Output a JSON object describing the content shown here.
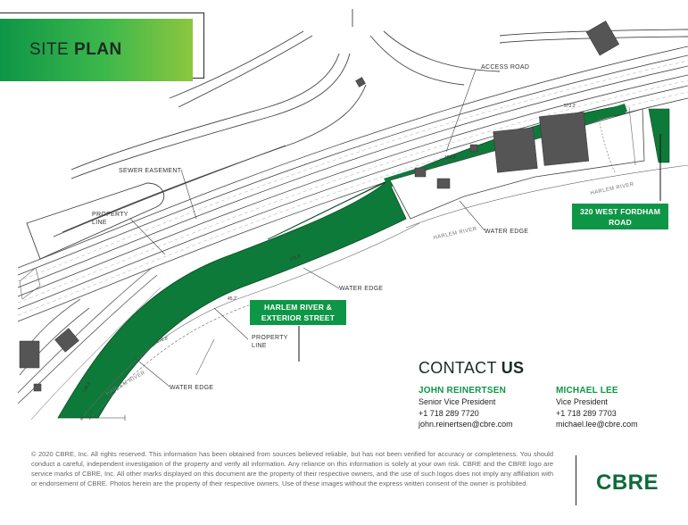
{
  "title": {
    "light": "SITE",
    "bold": "PLAN"
  },
  "map": {
    "labels": {
      "access_road": "ACCESS ROAD",
      "sewer_easement": "SEWER EASEMENT",
      "property_line_1": "PROPERTY",
      "property_line_1b": "LINE",
      "property_line_2": "PROPERTY",
      "property_line_2b": "LINE",
      "water_edge_1": "WATER EDGE",
      "water_edge_2": "WATER EDGE",
      "water_edge_3": "WATER EDGE",
      "harlem_river_1": "HARLEM RIVER",
      "harlem_river_2": "HARLEM RIVER",
      "harlem_river_3": "HARLEM RIVER"
    }
  },
  "callouts": {
    "harlem": {
      "line1": "HARLEM RIVER &",
      "line2": "EXTERIOR STREET"
    },
    "fordham": {
      "line1": "320 WEST FORDHAM",
      "line2": "ROAD"
    }
  },
  "contact": {
    "title_light": "CONTACT",
    "title_bold": "US",
    "people": [
      {
        "name": "JOHN REINERTSEN",
        "role": "Senior Vice President",
        "phone": "+1 718 289 7720",
        "email": "john.reinertsen@cbre.com"
      },
      {
        "name": "MICHAEL LEE",
        "role": "Vice President",
        "phone": "+1 718 289 7703",
        "email": "michael.lee@cbre.com"
      }
    ]
  },
  "footer": {
    "disclaimer": "© 2020 CBRE, Inc. All rights reserved. This information has been obtained from sources believed reliable, but has not been verified for accuracy or completeness. You should conduct a careful, independent investigation of the property and verify all information. Any reliance on this information is solely at your own risk. CBRE and the CBRE logo are service marks of CBRE, Inc. All other marks displayed on this document are the property of their respective owners, and the use of such logos does not imply any affiliation with or endorsement of CBRE. Photos herein are the property of their respective owners. Use of these images without the express written consent of the owner is prohibited.",
    "logo": "CBRE"
  },
  "colors": {
    "brand_green": "#0e9647",
    "dark_green": "#0e6b3c",
    "title_gradient_end": "#8cc63f"
  }
}
